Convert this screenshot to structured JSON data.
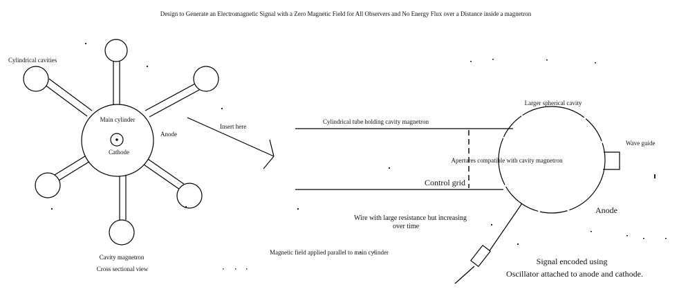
{
  "title": "Design to Generate an Electromagnetic Signal with a Zero Magnetic Field for All Observers and No Energy Flux over a Distance inside a magnetron",
  "left_view": {
    "label_cavities": "Cylindrical cavities",
    "label_main_cylinder": "Main cylinder",
    "label_cathode": "Cathode",
    "label_anode": "Anode",
    "label_cavity_magnetron": "Cavity magnetron",
    "label_cross_section": "Cross sectional view"
  },
  "insert_label": "Insert here",
  "right_view": {
    "label_tube": "Cylindrical tube holding cavity magnetron",
    "label_spherical_cavity": "Larger spherical cavity",
    "label_wave_guide": "Wave guide",
    "label_apertures": "Apertures compatible with cavity magnetron",
    "label_control_grid": "Control grid",
    "label_anode": "Anode",
    "label_wire_line1": "Wire with large resistance but increasing",
    "label_wire_line2": "over time",
    "label_magnetic_field": "Magnetic field applied parallel to main cylinder",
    "label_signal_line1": "Signal encoded using",
    "label_signal_line2": "Oscillator attached to anode and cathode."
  }
}
